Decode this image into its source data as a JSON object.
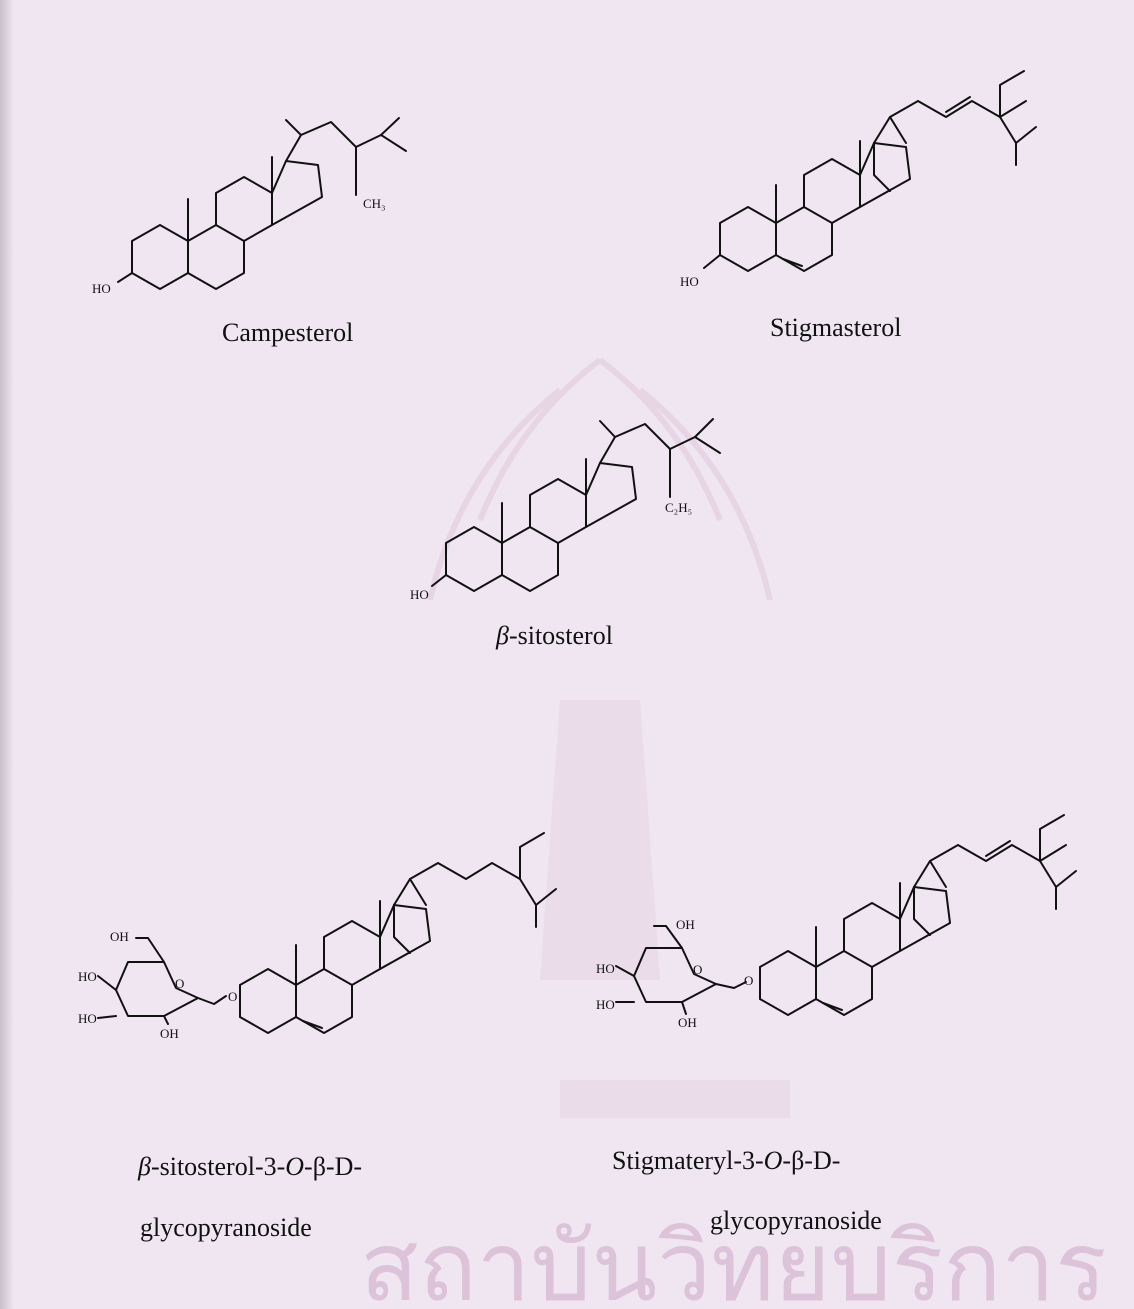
{
  "compounds": [
    {
      "name": "Campesterol",
      "labels": {
        "hydroxyl": "HO",
        "substituent": "CH₃"
      }
    },
    {
      "name": "Stigmasterol",
      "labels": {
        "hydroxyl": "HO"
      }
    },
    {
      "name_prefix": "β",
      "name_rest": "-sitosterol",
      "labels": {
        "hydroxyl": "HO",
        "substituent": "C₂H₅"
      }
    },
    {
      "name_prefix": "β",
      "name_line1_rest": "-sitosterol-3-",
      "name_o": "O",
      "name_line1_end": "-β-D-",
      "name_line2": "glycopyranoside",
      "labels": {
        "oh_top": "OH",
        "ho_upper": "HO",
        "ho_lower": "HO",
        "oh_bottom": "OH",
        "ring_o": "O",
        "glyco_o": "O"
      }
    },
    {
      "name_line1": "Stigmateryl-3-",
      "name_o": "O",
      "name_line1_end": "-β-D-",
      "name_line2": "glycopyranoside",
      "labels": {
        "oh_top": "OH",
        "ho_upper": "HO",
        "ho_lower": "HO",
        "oh_bottom": "OH",
        "ring_o": "O",
        "glyco_o": "O"
      }
    }
  ],
  "watermark": {
    "text": "สถาบันวิทยบริการ",
    "color": "#d9b8d6"
  },
  "colors": {
    "background": "#efe6f1",
    "ink": "#111111"
  }
}
